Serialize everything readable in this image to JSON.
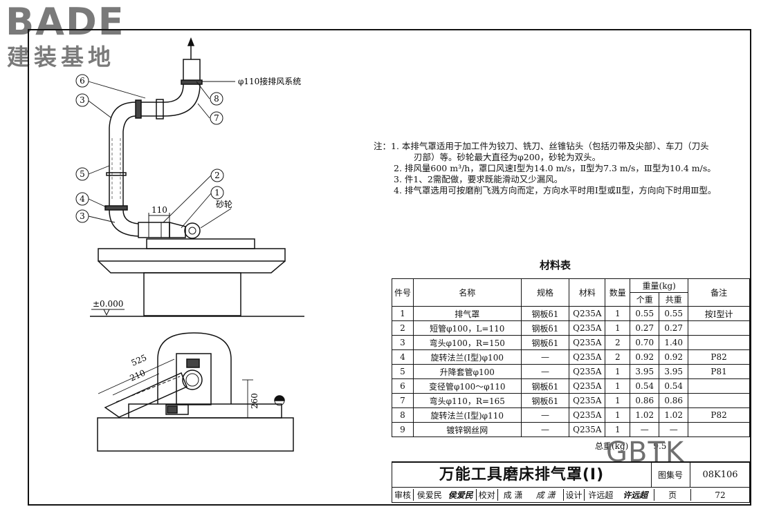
{
  "logo": {
    "latin": "BADE",
    "cjk": "建装基地"
  },
  "drawing": {
    "callouts": [
      "6",
      "3",
      "5",
      "4",
      "3",
      "2",
      "1",
      "8",
      "7"
    ],
    "exhaust_label": "φ110接排风系统",
    "dim_110": "110",
    "grinding_wheel": "砂轮",
    "elevation": "±0.000",
    "dim_525": "525",
    "dim_210": "210",
    "dim_260": "260"
  },
  "notes": {
    "lines": [
      "注：1. 本排气罩适用于加工件为铰刀、铣刀、丝锥钻头（包括刃带及尖部）、车刀（刀头",
      "刃部）等。砂轮最大直径为φ200，砂轮为双头。",
      "2. 排风量600 m³/h，罩口风速Ⅰ型为14.0 m/s，Ⅱ型为7.3 m/s，Ⅲ型为10.4 m/s。",
      "3. 件1、2需配做，要求既能滑动又少漏风。",
      "4. 排气罩选用可按磨削飞溅方向而定，方向水平时用Ⅰ型或Ⅱ型，方向向下时用Ⅲ型。"
    ]
  },
  "table": {
    "title": "材料表",
    "headers": {
      "no": "件号",
      "name": "名称",
      "spec": "规格",
      "material": "材料",
      "qty": "数量",
      "weight": "重量(kg)",
      "unit": "个重",
      "total": "共重",
      "remark": "备注"
    },
    "rows": [
      [
        "1",
        "排气罩",
        "钢板δ1",
        "Q235A",
        "1",
        "0.55",
        "0.55",
        "按Ⅰ型计"
      ],
      [
        "2",
        "短管φ100，L=110",
        "钢板δ1",
        "Q235A",
        "1",
        "0.27",
        "0.27",
        ""
      ],
      [
        "3",
        "弯头φ100，R=150",
        "钢板δ1",
        "Q235A",
        "2",
        "0.70",
        "1.40",
        ""
      ],
      [
        "4",
        "旋转法兰(Ⅰ型)φ100",
        "—",
        "Q235A",
        "2",
        "0.92",
        "0.92",
        "P82"
      ],
      [
        "5",
        "升降套管φ100",
        "—",
        "Q235A",
        "1",
        "3.95",
        "3.95",
        "P81"
      ],
      [
        "6",
        "变径管φ100～φ110",
        "钢板δ1",
        "Q235A",
        "1",
        "0.54",
        "0.54",
        ""
      ],
      [
        "7",
        "弯头φ110，R=165",
        "钢板δ1",
        "Q235A",
        "1",
        "0.86",
        "0.86",
        ""
      ],
      [
        "8",
        "旋转法兰(Ⅰ型)φ110",
        "—",
        "Q235A",
        "1",
        "1.02",
        "1.02",
        "P82"
      ],
      [
        "9",
        "镀锌钢丝网",
        "—",
        "Q235A",
        "1",
        "—",
        "—",
        ""
      ]
    ],
    "total_label": "总重(kg)",
    "total_value": "9.5"
  },
  "watermark": "GBTK",
  "title_block": {
    "title": "万能工具磨床排气罩(Ⅰ)",
    "atlas_label": "图集号",
    "atlas_no": "08K106",
    "review": "审核",
    "reviewer": "侯爱民",
    "reviewer_sig": "侯爱民",
    "check": "校对",
    "checker": "成  潇",
    "checker_sig": "成  潇",
    "design": "设计",
    "designer": "许远超",
    "designer_sig": "许远超",
    "page_label": "页",
    "page_no": "72"
  }
}
